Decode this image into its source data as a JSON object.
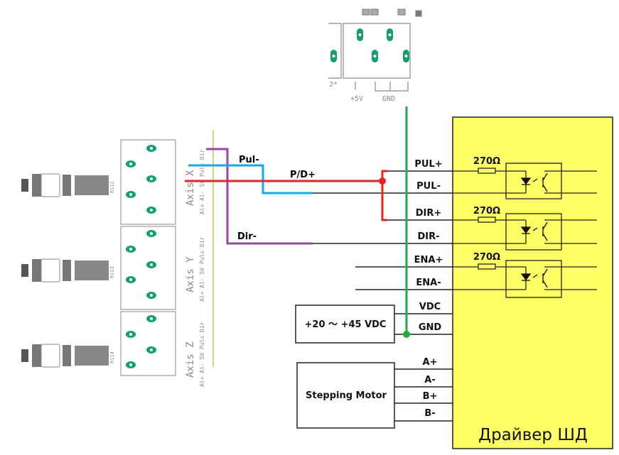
{
  "colors": {
    "driver_fill": "#ffff66",
    "green_wire": "#22aa44",
    "red_wire": "#ee2222",
    "blue_wire": "#11aaee",
    "purple_wire": "#9944aa",
    "rail": "#c8dc78",
    "pad": "#13a06a"
  },
  "pcb_top": {
    "label_5v": "+5V",
    "label_gnd": "GND",
    "label_2": "2*"
  },
  "axes": [
    {
      "title": "Axis X",
      "pins": "Al+ Al- 5V Puls Dir",
      "part": "R112"
    },
    {
      "title": "Axis Y",
      "pins": "Al+ Al- 5V Puls Dir",
      "part": "R113"
    },
    {
      "title": "Axis Z",
      "pins": "Al+ Al- 5V Puls Dir",
      "part": "R114"
    }
  ],
  "wires": {
    "pul_minus": "Pul-",
    "pd_plus": "P/D+",
    "dir_minus": "Dir-"
  },
  "driver": {
    "title": "Драйвер ШД",
    "inputs": [
      "PUL+",
      "PUL-",
      "DIR+",
      "DIR-",
      "ENA+",
      "ENA-"
    ],
    "resistor": "270Ω",
    "power": [
      "VDC",
      "GND"
    ],
    "motor": [
      "A+",
      "A-",
      "B+",
      "B-"
    ]
  },
  "power_supply": {
    "label": "+20 ～ +45 VDC"
  },
  "motor": {
    "label": "Stepping Motor"
  }
}
